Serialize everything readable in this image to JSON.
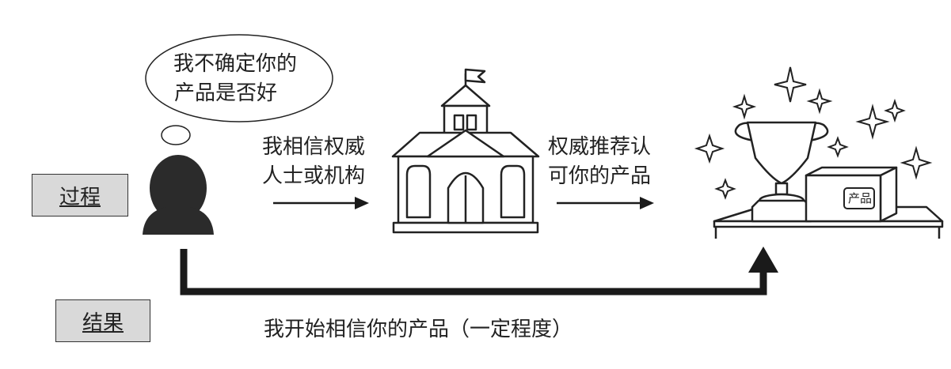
{
  "labels": {
    "process": "过程",
    "result": "结果"
  },
  "thought": {
    "line1": "我不确定你的",
    "line2": "产品是否好"
  },
  "step1": {
    "line1": "我相信权威",
    "line2": "人士或机构"
  },
  "step2": {
    "line1": "权威推荐认",
    "line2": "可你的产品"
  },
  "product_box_label": "产品",
  "outcome": "我开始相信你的产品（一定程度）",
  "colors": {
    "tag_fill": "#d9d9d9",
    "ink": "#222222",
    "arrow": "#1a1a1a"
  }
}
